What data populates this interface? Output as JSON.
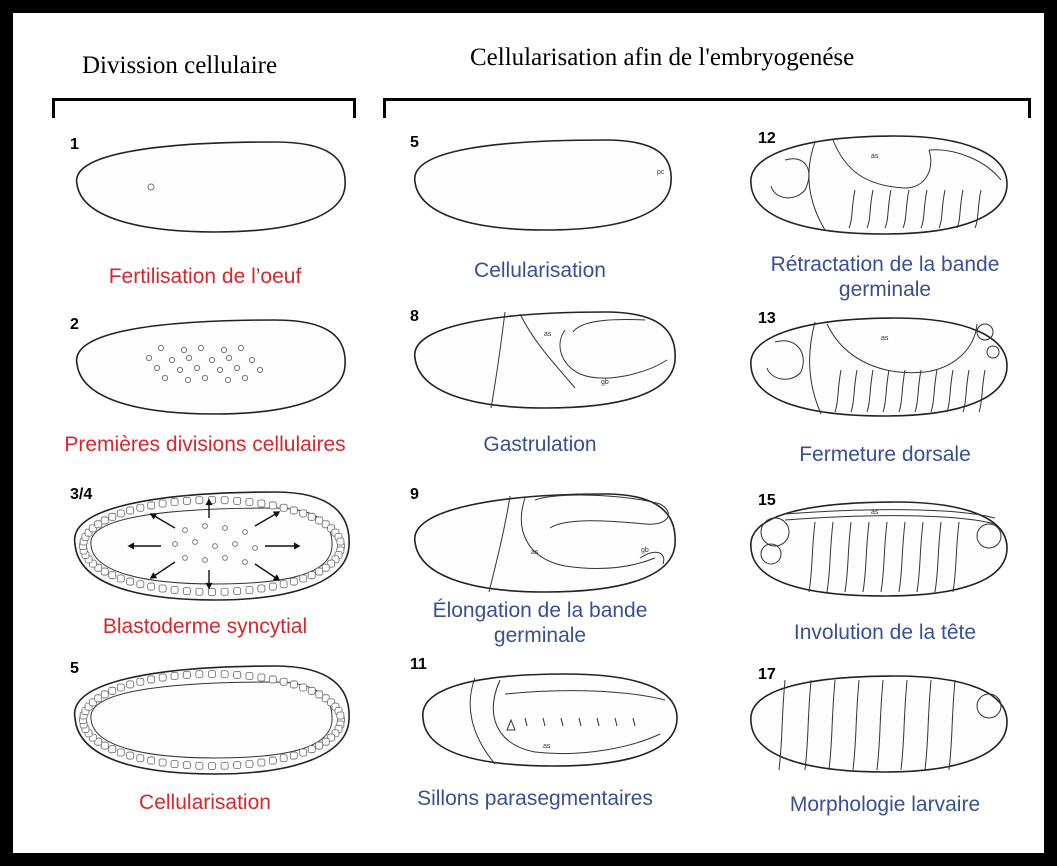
{
  "headers": {
    "left": "Divission cellulaire",
    "right": "Cellularisation afin de l'embryogenése"
  },
  "stages": [
    {
      "num": "1",
      "caption": "Fertilisation de l’oeuf",
      "color": "#d8262e"
    },
    {
      "num": "2",
      "caption": "Premières divisions cellulaires",
      "color": "#d8262e"
    },
    {
      "num": "3/4",
      "caption": "Blastoderme syncytial",
      "color": "#d8262e"
    },
    {
      "num": "5",
      "caption": "Cellularisation",
      "color": "#d8262e"
    },
    {
      "num": "5",
      "caption": "Cellularisation",
      "color": "#3a4f93",
      "labels": [
        "pc"
      ]
    },
    {
      "num": "8",
      "caption": "Gastrulation",
      "color": "#3a4f93",
      "labels": [
        "as",
        "gb"
      ]
    },
    {
      "num": "9",
      "caption": "Élongation de la bande germinale",
      "color": "#3a4f93",
      "labels": [
        "as",
        "gb"
      ]
    },
    {
      "num": "11",
      "caption": "Sillons parasegmentaires",
      "color": "#3a4f93",
      "labels": [
        "as"
      ]
    },
    {
      "num": "12",
      "caption": "Rétractation de la bande germinale",
      "color": "#3a4f93",
      "labels": [
        "as"
      ]
    },
    {
      "num": "13",
      "caption": "Fermeture dorsale",
      "color": "#3a4f93",
      "labels": [
        "as"
      ]
    },
    {
      "num": "15",
      "caption": "Involution de la tête",
      "color": "#3a4f93",
      "labels": [
        "as"
      ]
    },
    {
      "num": "17",
      "caption": "Morphologie larvaire",
      "color": "#3a4f93"
    }
  ]
}
